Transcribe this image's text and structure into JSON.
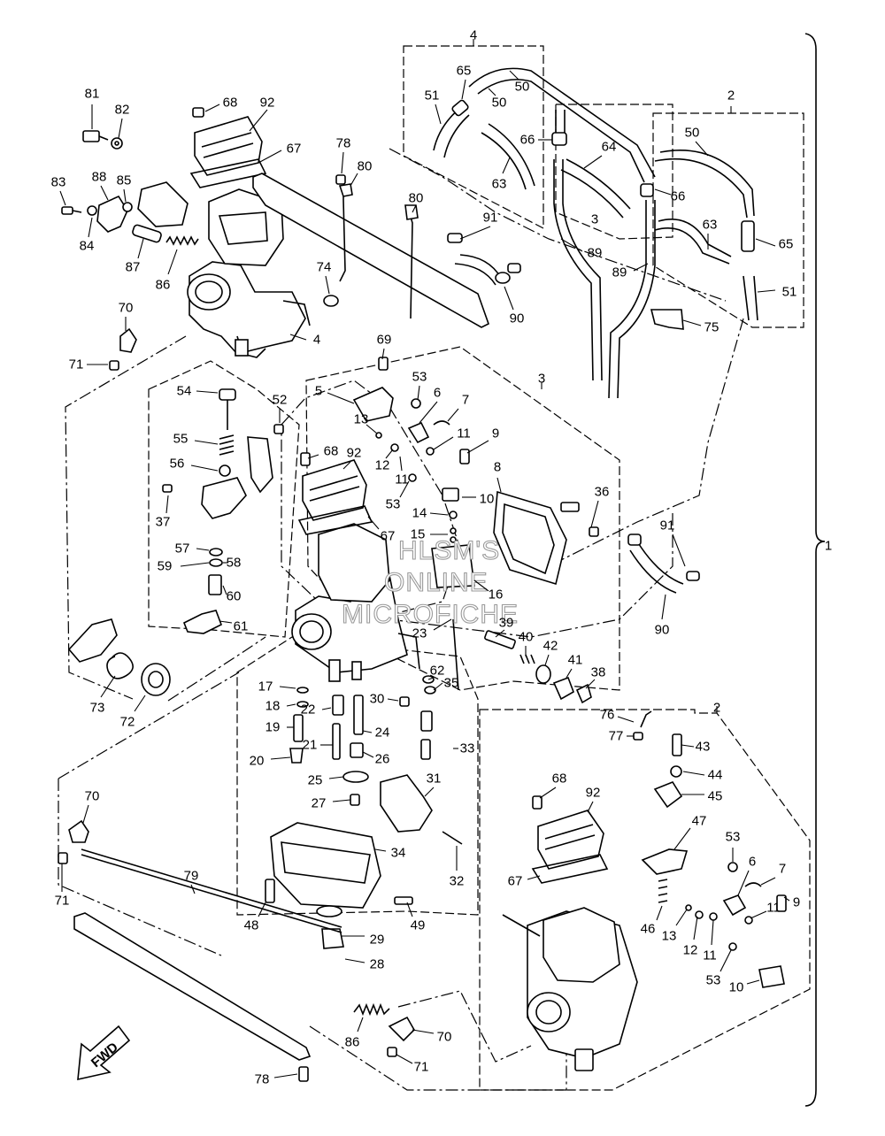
{
  "diagram": {
    "callouts": [
      {
        "id": "c81",
        "text": "81"
      },
      {
        "id": "c82",
        "text": "82"
      },
      {
        "id": "c68a",
        "text": "68"
      },
      {
        "id": "c92a",
        "text": "92"
      },
      {
        "id": "c67a",
        "text": "67"
      },
      {
        "id": "c78a",
        "text": "78"
      },
      {
        "id": "c80a",
        "text": "80"
      },
      {
        "id": "c83",
        "text": "83"
      },
      {
        "id": "c88",
        "text": "88"
      },
      {
        "id": "c85",
        "text": "85"
      },
      {
        "id": "c84",
        "text": "84"
      },
      {
        "id": "c87",
        "text": "87"
      },
      {
        "id": "c86a",
        "text": "86"
      },
      {
        "id": "c74",
        "text": "74"
      },
      {
        "id": "c80b",
        "text": "80"
      },
      {
        "id": "c70a",
        "text": "70"
      },
      {
        "id": "c71a",
        "text": "71"
      },
      {
        "id": "c4a",
        "text": "4"
      },
      {
        "id": "c4b",
        "text": "4"
      },
      {
        "id": "c65a",
        "text": "65"
      },
      {
        "id": "c51a",
        "text": "51"
      },
      {
        "id": "c50a",
        "text": "50"
      },
      {
        "id": "c50b",
        "text": "50"
      },
      {
        "id": "c66a",
        "text": "66"
      },
      {
        "id": "c64",
        "text": "64"
      },
      {
        "id": "c63a",
        "text": "63"
      },
      {
        "id": "c66b",
        "text": "66"
      },
      {
        "id": "c3a",
        "text": "3"
      },
      {
        "id": "c91a",
        "text": "91"
      },
      {
        "id": "c89a",
        "text": "89"
      },
      {
        "id": "c89b",
        "text": "89"
      },
      {
        "id": "c90a",
        "text": "90"
      },
      {
        "id": "c2a",
        "text": "2"
      },
      {
        "id": "c50c",
        "text": "50"
      },
      {
        "id": "c63b",
        "text": "63"
      },
      {
        "id": "c65b",
        "text": "65"
      },
      {
        "id": "c51b",
        "text": "51"
      },
      {
        "id": "c75",
        "text": "75"
      },
      {
        "id": "c69",
        "text": "69"
      },
      {
        "id": "c3b",
        "text": "3"
      },
      {
        "id": "c53a",
        "text": "53"
      },
      {
        "id": "c5",
        "text": "5"
      },
      {
        "id": "c6a",
        "text": "6"
      },
      {
        "id": "c7a",
        "text": "7"
      },
      {
        "id": "c13a",
        "text": "13"
      },
      {
        "id": "c11a",
        "text": "11"
      },
      {
        "id": "c9a",
        "text": "9"
      },
      {
        "id": "c12a",
        "text": "12"
      },
      {
        "id": "c11b",
        "text": "11"
      },
      {
        "id": "c54",
        "text": "54"
      },
      {
        "id": "c52",
        "text": "52"
      },
      {
        "id": "c55",
        "text": "55"
      },
      {
        "id": "c68b",
        "text": "68"
      },
      {
        "id": "c92b",
        "text": "92"
      },
      {
        "id": "c56",
        "text": "56"
      },
      {
        "id": "c53b",
        "text": "53"
      },
      {
        "id": "c8",
        "text": "8"
      },
      {
        "id": "c10a",
        "text": "10"
      },
      {
        "id": "c36",
        "text": "36"
      },
      {
        "id": "c37",
        "text": "37"
      },
      {
        "id": "c14",
        "text": "14"
      },
      {
        "id": "c15",
        "text": "15"
      },
      {
        "id": "c67b",
        "text": "67"
      },
      {
        "id": "c57",
        "text": "57"
      },
      {
        "id": "c58",
        "text": "58"
      },
      {
        "id": "c59",
        "text": "59"
      },
      {
        "id": "c1",
        "text": "1"
      },
      {
        "id": "c91b",
        "text": "91"
      },
      {
        "id": "c16",
        "text": "16"
      },
      {
        "id": "c60",
        "text": "60"
      },
      {
        "id": "c61",
        "text": "61"
      },
      {
        "id": "c23",
        "text": "23"
      },
      {
        "id": "c39",
        "text": "39"
      },
      {
        "id": "c40",
        "text": "40"
      },
      {
        "id": "c90b",
        "text": "90"
      },
      {
        "id": "c42",
        "text": "42"
      },
      {
        "id": "c41",
        "text": "41"
      },
      {
        "id": "c38",
        "text": "38"
      },
      {
        "id": "c62",
        "text": "62"
      },
      {
        "id": "c73",
        "text": "73"
      },
      {
        "id": "c72",
        "text": "72"
      },
      {
        "id": "c17",
        "text": "17"
      },
      {
        "id": "c30",
        "text": "30"
      },
      {
        "id": "c35",
        "text": "35"
      },
      {
        "id": "c18",
        "text": "18"
      },
      {
        "id": "c22",
        "text": "22"
      },
      {
        "id": "c19",
        "text": "19"
      },
      {
        "id": "c24",
        "text": "24"
      },
      {
        "id": "c76",
        "text": "76"
      },
      {
        "id": "c2b",
        "text": "2"
      },
      {
        "id": "c77",
        "text": "77"
      },
      {
        "id": "c43",
        "text": "43"
      },
      {
        "id": "c33",
        "text": "33"
      },
      {
        "id": "c21",
        "text": "21"
      },
      {
        "id": "c20",
        "text": "20"
      },
      {
        "id": "c26",
        "text": "26"
      },
      {
        "id": "c44",
        "text": "44"
      },
      {
        "id": "c25",
        "text": "25"
      },
      {
        "id": "c31",
        "text": "31"
      },
      {
        "id": "c68c",
        "text": "68"
      },
      {
        "id": "c92c",
        "text": "92"
      },
      {
        "id": "c45",
        "text": "45"
      },
      {
        "id": "c70b",
        "text": "70"
      },
      {
        "id": "c27",
        "text": "27"
      },
      {
        "id": "c47",
        "text": "47"
      },
      {
        "id": "c53c",
        "text": "53"
      },
      {
        "id": "c34",
        "text": "34"
      },
      {
        "id": "c6b",
        "text": "6"
      },
      {
        "id": "c7b",
        "text": "7"
      },
      {
        "id": "c71b",
        "text": "71"
      },
      {
        "id": "c32",
        "text": "32"
      },
      {
        "id": "c67c",
        "text": "67"
      },
      {
        "id": "c79",
        "text": "79"
      },
      {
        "id": "c11c",
        "text": "11"
      },
      {
        "id": "c9b",
        "text": "9"
      },
      {
        "id": "c46",
        "text": "46"
      },
      {
        "id": "c13b",
        "text": "13"
      },
      {
        "id": "c48",
        "text": "48"
      },
      {
        "id": "c49",
        "text": "49"
      },
      {
        "id": "c12b",
        "text": "12"
      },
      {
        "id": "c11d",
        "text": "11"
      },
      {
        "id": "c29",
        "text": "29"
      },
      {
        "id": "c53d",
        "text": "53"
      },
      {
        "id": "c10b",
        "text": "10"
      },
      {
        "id": "c28",
        "text": "28"
      },
      {
        "id": "c86b",
        "text": "86"
      },
      {
        "id": "c70c",
        "text": "70"
      },
      {
        "id": "c71c",
        "text": "71"
      },
      {
        "id": "c78b",
        "text": "78"
      }
    ],
    "fwd_label": "FWD",
    "watermark_lines": [
      "HLSM'S",
      "ONLINE",
      "MICROFICHE"
    ]
  }
}
